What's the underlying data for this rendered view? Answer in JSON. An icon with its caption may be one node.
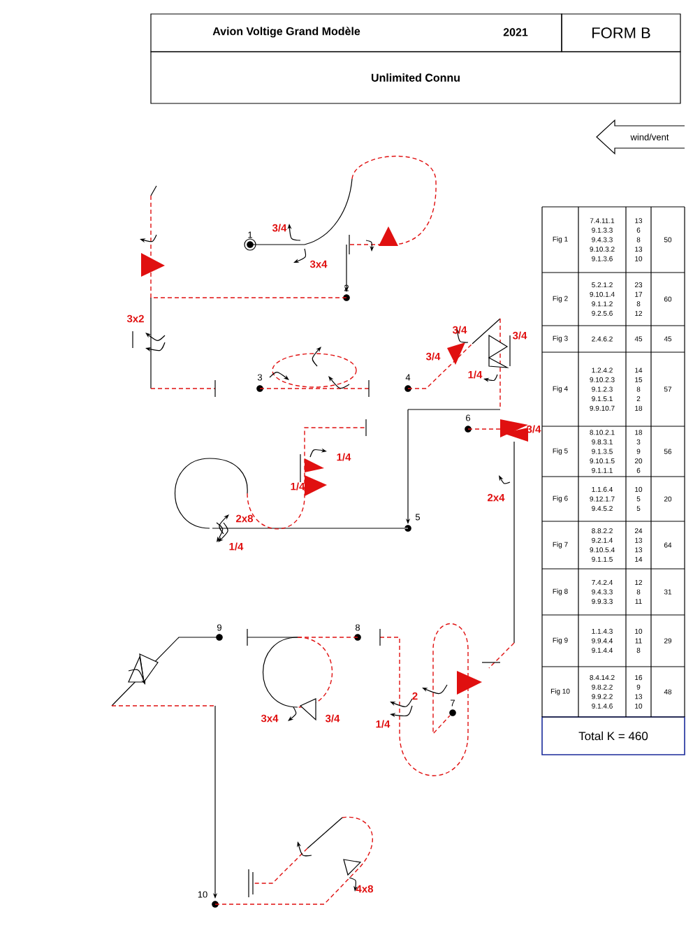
{
  "diagram": {
    "nodes": [
      {
        "text": [
          "Avion Voltige Grand Modèle",
          "2021"
        ]
      },
      {
        "text": [
          "FORM B"
        ]
      },
      {
        "text": [
          "Unlimited Connu"
        ]
      },
      {
        "text": [
          "wind/vent"
        ]
      },
      {
        "text": [
          "Total K = 460"
        ]
      }
    ],
    "labels": [
      "1",
      "3/4",
      "3x4",
      "2",
      "3x2",
      "3/4",
      "3/4",
      "3/4",
      "3",
      "4",
      "1/4",
      "6",
      "3/4",
      "1/4",
      "1/4",
      "2x4",
      "2x8",
      "5",
      "1/4",
      "9",
      "8",
      "2",
      "7",
      "3x4",
      "3/4",
      "1/4",
      "4x8",
      "10",
      "Fig 1",
      "7.4.11.1",
      "9.1.3.3",
      "9.4.3.3",
      "9.10.3.2",
      "9.1.3.6",
      "13",
      "6",
      "8",
      "13",
      "10",
      "50",
      "Fig 2",
      "5.2.1.2",
      "9.10.1.4",
      "9.1.1.2",
      "9.2.5.6",
      "23",
      "17",
      "8",
      "12",
      "60",
      "Fig 3",
      "2.4.6.2",
      "45",
      "45",
      "Fig 4",
      "1.2.4.2",
      "9.10.2.3",
      "9.1.2.3",
      "9.1.5.1",
      "9.9.10.7",
      "14",
      "15",
      "8",
      "2",
      "18",
      "57",
      "Fig 5",
      "8.10.2.1",
      "9.8.3.1",
      "9.1.3.5",
      "9.10.1.5",
      "9.1.1.1",
      "18",
      "3",
      "9",
      "20",
      "6",
      "56",
      "Fig 6",
      "1.1.6.4",
      "9.12.1.7",
      "9.4.5.2",
      "10",
      "5",
      "5",
      "20",
      "Fig 7",
      "8.8.2.2",
      "9.2.1.4",
      "9.10.5.4",
      "9.1.1.5",
      "24",
      "13",
      "13",
      "14",
      "64",
      "Fig 8",
      "7.4.2.4",
      "9.4.3.3",
      "9.9.3.3",
      "12",
      "8",
      "11",
      "31",
      "Fig 9",
      "1.1.4.3",
      "9.9.4.4",
      "9.1.4.4",
      "10",
      "11",
      "8",
      "29",
      "Fig 10",
      "8.4.14.2",
      "9.8.2.2",
      "9.9.2.2",
      "9.1.4.6",
      "16",
      "9",
      "13",
      "10",
      "48"
    ]
  }
}
